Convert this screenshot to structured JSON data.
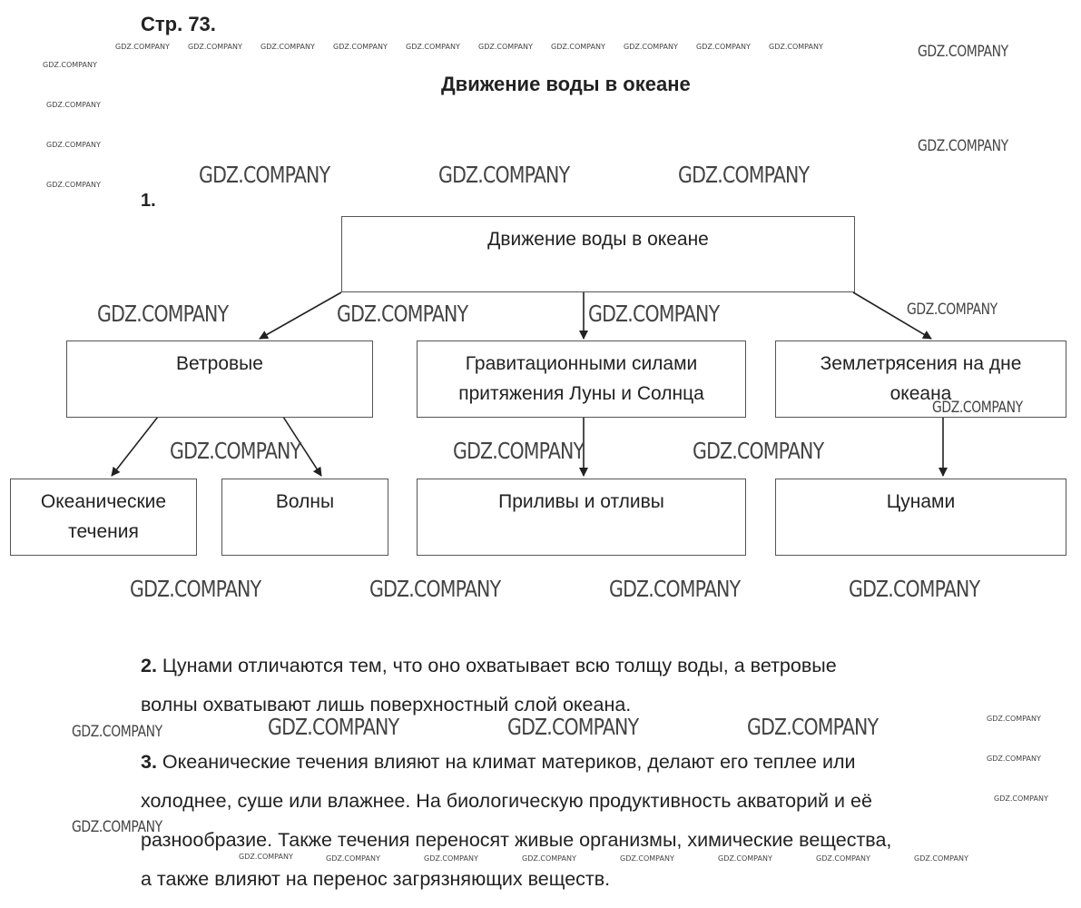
{
  "header": {
    "page_ref": "Стр. 73.",
    "title": "Движение воды в океане"
  },
  "task1": {
    "number": "1.",
    "root": "Движение воды в океане",
    "level1": {
      "wind": "Ветровые",
      "gravity_line1": "Гравитационными силами",
      "gravity_line2": "притяжения Луны и Солнца",
      "quake_line1": "Землетрясения на дне",
      "quake_line2": "океана"
    },
    "level2": {
      "currents_line1": "Океанические",
      "currents_line2": "течения",
      "waves": "Волны",
      "tides": "Приливы и отливы",
      "tsunami": "Цунами"
    }
  },
  "task2": {
    "number": "2.",
    "line1": "Цунами отличаются тем, что оно охватывает всю толщу воды, а ветровые",
    "line2": "волны охватывают лишь поверхностный слой океана."
  },
  "task3": {
    "number": "3.",
    "line1": "Океанические течения влияют на климат материков, делают его теплее или",
    "line2": "холоднее, суше или влажнее. На биологическую продуктивность акваторий и её",
    "line3": "разнообразие. Также течения переносят живые организмы, химические вещества,",
    "line4": "а также влияют на перенос загрязняющих веществ."
  },
  "watermark": {
    "text": "GDZ.COMPANY"
  }
}
